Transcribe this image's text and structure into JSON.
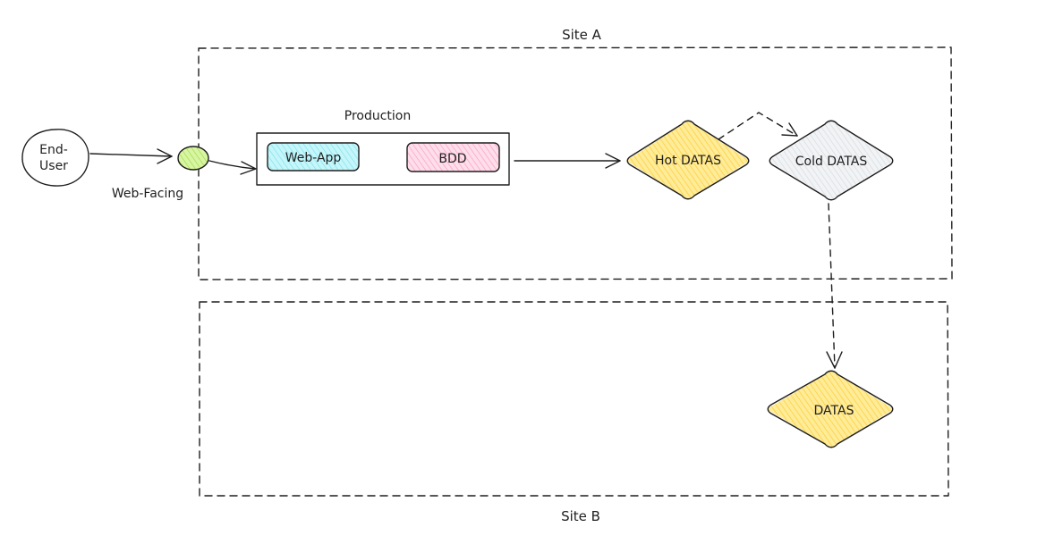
{
  "site_a": {
    "label": "Site A"
  },
  "site_b": {
    "label": "Site B"
  },
  "end_user": {
    "label_line1": "End-",
    "label_line2": "User"
  },
  "gateway": {
    "label": "Web-Facing",
    "color": "#d8f5a2"
  },
  "production": {
    "label": "Production",
    "web_app": {
      "label": "Web-App",
      "color": "#99e9f2"
    },
    "bdd": {
      "label": "BDD",
      "color": "#fcc2d7"
    }
  },
  "hot_datas": {
    "label": "Hot DATAS",
    "color": "#ffd98a"
  },
  "cold_datas": {
    "label": "Cold DATAS",
    "color": "#e9ecef"
  },
  "datas": {
    "label": "DATAS",
    "color": "#ffd98a"
  }
}
